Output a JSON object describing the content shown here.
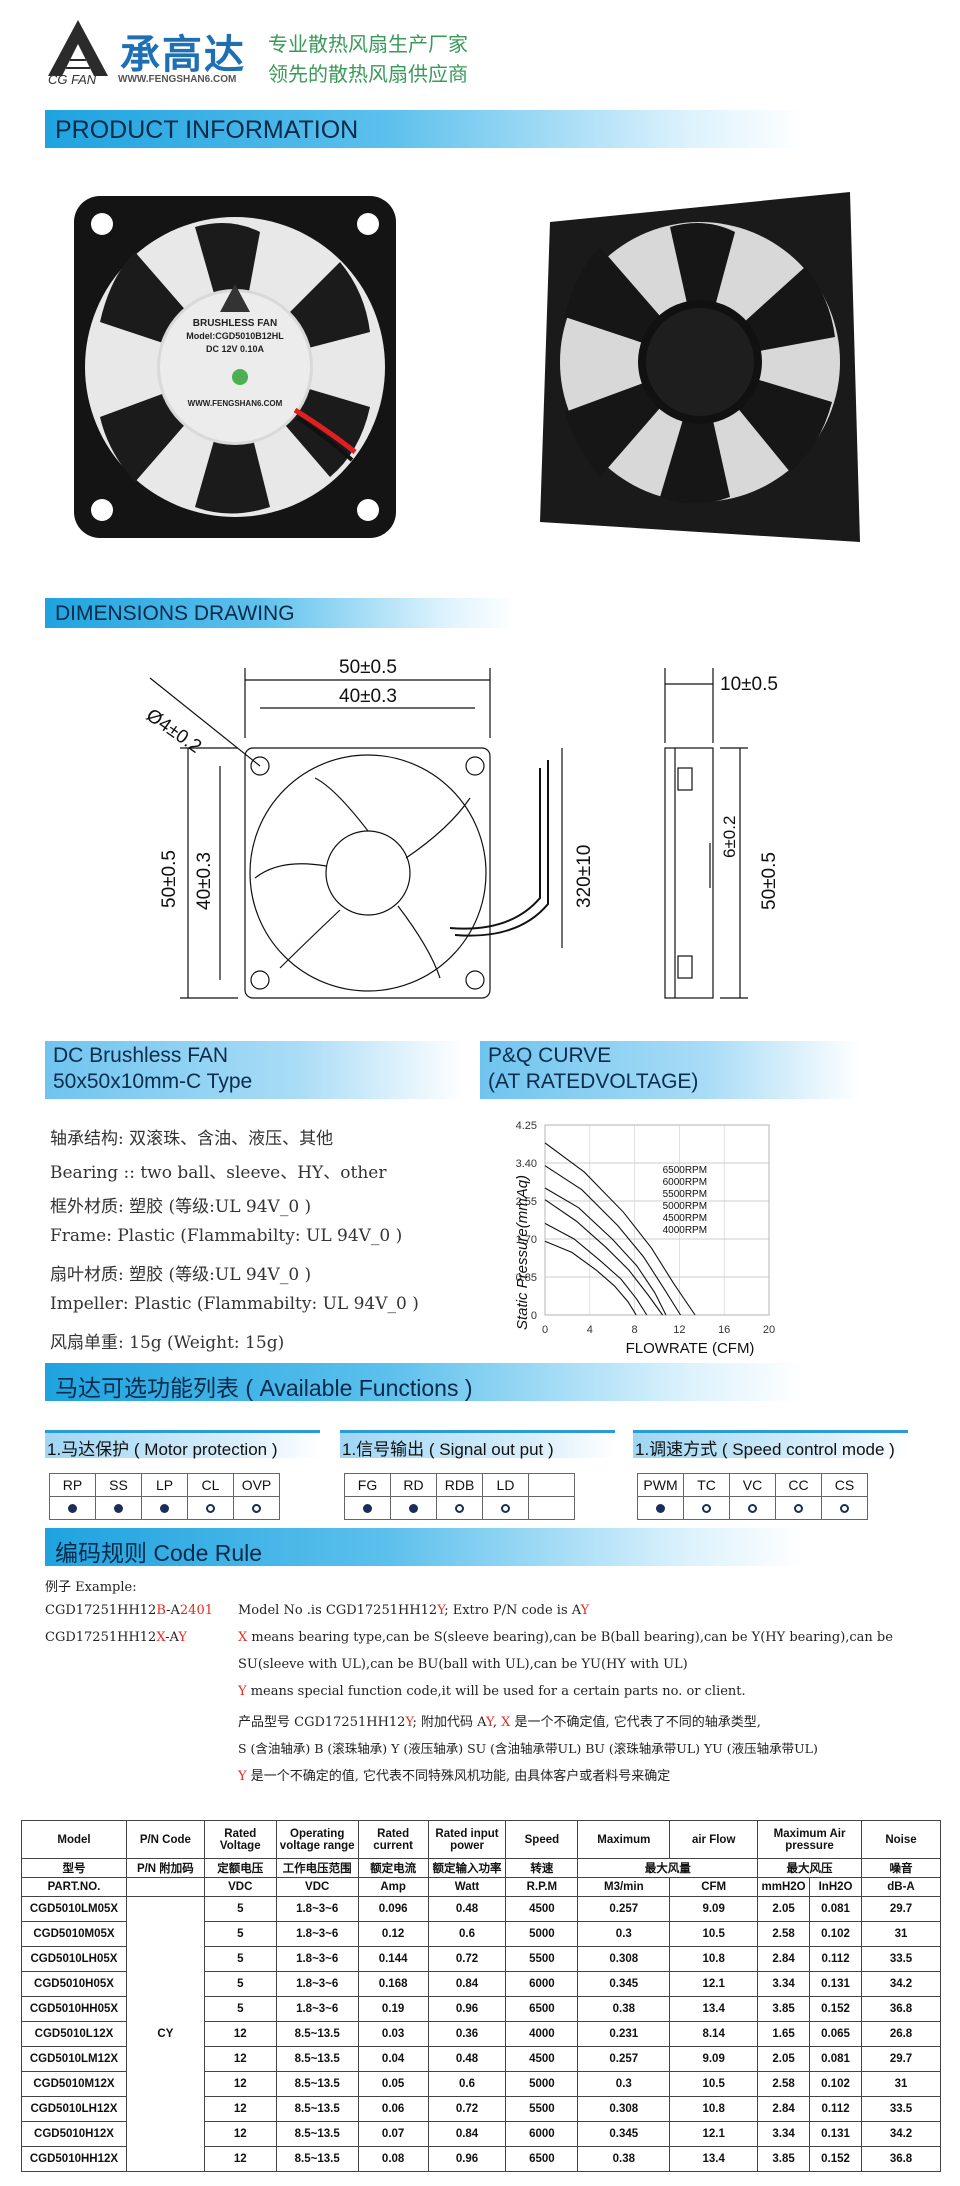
{
  "header": {
    "brand_cn": "承高达",
    "brand_en": "CG FAN",
    "website": "WWW.FENGSHAN6.COM",
    "slogan_1": "专业散热风扇生产厂家",
    "slogan_2": "领先的散热风扇供应商"
  },
  "colors": {
    "section_bar": "#1ea3df",
    "brand_blue": "#1f6fb5",
    "slogan_green": "#3a9a5a",
    "highlight_red": "#e32a20"
  },
  "sections": {
    "product_info": "PRODUCT  INFORMATION",
    "dimensions": "DIMENSIONS  DRAWING",
    "fan_title_1": "DC  Brushless  FAN",
    "fan_title_2": "50x50x10mm-C  Type",
    "pq_title_1": "P&Q  CURVE",
    "pq_title_2": "(AT  RATEDVOLTAGE)",
    "functions": "马达可选功能列表 ( Available  Functions )",
    "code_rule": "编码规则 Code  Rule"
  },
  "fan_label": {
    "line1": "BRUSHLESS FAN",
    "line2": "Model:CGD5010B12HL",
    "line3": "DC 12V  0.10A",
    "line4": "WWW.FENGSHAN6.COM"
  },
  "dimensions": {
    "hole": "Ø4±0.2",
    "outer_width": "50±0.5",
    "hole_spacing": "40±0.3",
    "outer_height": "50±0.5",
    "hole_spacing_v": "40±0.3",
    "cable": "320±10",
    "thickness": "10±0.5",
    "side_height": "50±0.5",
    "side_mid": "6±0.2"
  },
  "specs": [
    "轴承结构: 双滚珠、含油、液压、其他",
    "Bearing :: two  ball、sleeve、HY、other",
    "框外材质: 塑胶 (等级:UL 94V_0 )",
    "Frame: Plastic (Flammabilty: UL 94V_0 )",
    "扇叶材质: 塑胶 (等级:UL 94V_0 )",
    "Impeller: Plastic  (Flammabilty: UL 94V_0 )",
    "风扇单重: 15g  (Weight: 15g)"
  ],
  "chart_data": {
    "type": "line",
    "xlabel": "FLOWRATE (CFM)",
    "ylabel": "Static  Pressure(mmAq)",
    "xlim": [
      0,
      20
    ],
    "ylim": [
      0,
      4.25
    ],
    "x_ticks": [
      "0",
      "4",
      "8",
      "12",
      "16",
      "20"
    ],
    "y_ticks": [
      "4.25",
      "3.40",
      "2.55",
      "1.70",
      "0.85",
      "0"
    ],
    "series": [
      {
        "name": "6500RPM",
        "x": [
          0,
          3.5,
          7,
          9.5,
          11.5,
          13.4
        ],
        "y": [
          3.85,
          3.2,
          2.3,
          1.5,
          0.7,
          0
        ]
      },
      {
        "name": "6000RPM",
        "x": [
          0,
          3.3,
          6.5,
          8.8,
          10.6,
          12.1
        ],
        "y": [
          3.34,
          2.8,
          2.0,
          1.3,
          0.6,
          0
        ]
      },
      {
        "name": "5500RPM",
        "x": [
          0,
          3.0,
          6.0,
          8.2,
          9.8,
          10.8
        ],
        "y": [
          2.84,
          2.4,
          1.7,
          1.1,
          0.5,
          0
        ]
      },
      {
        "name": "5000RPM",
        "x": [
          0,
          2.8,
          5.5,
          7.5,
          9.2,
          10.5
        ],
        "y": [
          2.58,
          2.1,
          1.5,
          1.0,
          0.45,
          0
        ]
      },
      {
        "name": "4500RPM",
        "x": [
          0,
          2.6,
          5.0,
          6.8,
          8.2,
          9.09
        ],
        "y": [
          2.05,
          1.7,
          1.2,
          0.8,
          0.35,
          0
        ]
      },
      {
        "name": "4000RPM",
        "x": [
          0,
          2.4,
          4.6,
          6.2,
          7.4,
          8.14
        ],
        "y": [
          1.65,
          1.4,
          1.0,
          0.65,
          0.3,
          0
        ]
      }
    ],
    "grid": true
  },
  "functions": {
    "groups": [
      {
        "title": "1.马达保护 ( Motor  protection )",
        "cols": [
          "RP",
          "SS",
          "LP",
          "CL",
          "OVP"
        ],
        "marks": [
          "dot",
          "dot",
          "dot",
          "ring",
          "ring"
        ]
      },
      {
        "title": "1.信号输出 ( Signal   out  put )",
        "cols": [
          "FG",
          "RD",
          "RDB",
          "LD",
          ""
        ],
        "marks": [
          "dot",
          "dot",
          "ring",
          "ring",
          ""
        ]
      },
      {
        "title": "1.调速方式 ( Speed  control mode )",
        "cols": [
          "PWM",
          "TC",
          "VC",
          "CC",
          "CS"
        ],
        "marks": [
          "dot",
          "ring",
          "ring",
          "ring",
          "ring"
        ]
      }
    ]
  },
  "code_rule": {
    "example_label": "例子 Example:",
    "ex1_a": "CGD17251HH12",
    "ex1_b": "B",
    "ex1_c": "-A",
    "ex1_d": "2401",
    "ex2_a": "CGD17251HH12",
    "ex2_b": "X",
    "ex2_c": "-A",
    "ex2_d": "Y",
    "model_note_a": "Model  No .is  CGD17251HH12",
    "model_note_b": "Y",
    "model_note_c": ";  Extro  P/N  code  is  A",
    "model_note_d": "Y",
    "x_line1_a": "X",
    "x_line1_b": "  means bearing type,can be S(sleeve bearing),can be B(ball bearing),can be Y(HY bearing),can be",
    "x_line2": "SU(sleeve with UL),can be BU(ball with UL),can be YU(HY with UL)",
    "y_line_a": "Y",
    "y_line_b": "  means special function code,it will be used for a certain parts no. or client.",
    "cn1_a": "产品型号  CGD17251HH12",
    "cn1_b": "Y",
    "cn1_c": "; 附加代码  A",
    "cn1_d": "Y",
    "cn1_e": ", ",
    "cn1_f": "X",
    "cn1_g": " 是一个不确定值, 它代表了不同的轴承类型,",
    "cn2": "S  (含油轴承) B  (滚珠轴承) Y  (液压轴承) SU  (含油轴承带UL) BU  (滚珠轴承带UL) YU  (液压轴承带UL)",
    "cn3_a": "Y",
    "cn3_b": " 是一个不确定的值, 它代表不同特殊风机功能, 由具体客户或者料号来确定"
  },
  "table": {
    "header1": [
      "Model",
      "P/N Code",
      "Rated Voltage",
      "Operating voltage range",
      "Rated current",
      "Rated input power",
      "Speed",
      "Maximum",
      "air Flow",
      "Maximum Air pressure",
      "Noise"
    ],
    "header2": [
      "型号",
      "P/N 附加码",
      "定额电压",
      "工作电压范围",
      "额定电流",
      "额定输入功率",
      "转速",
      "最大风量",
      "最大风压",
      "噪音"
    ],
    "header3": [
      "PART.NO.",
      "VDC",
      "VDC",
      "Amp",
      "Watt",
      "R.P.M",
      "M3/min",
      "CFM",
      "mmH2O",
      "InH2O",
      "dB-A"
    ],
    "pn_code": "CY",
    "rows": [
      [
        "CGD5010LM05X",
        "5",
        "1.8~3~6",
        "0.096",
        "0.48",
        "4500",
        "0.257",
        "9.09",
        "2.05",
        "0.081",
        "29.7"
      ],
      [
        "CGD5010M05X",
        "5",
        "1.8~3~6",
        "0.12",
        "0.6",
        "5000",
        "0.3",
        "10.5",
        "2.58",
        "0.102",
        "31"
      ],
      [
        "CGD5010LH05X",
        "5",
        "1.8~3~6",
        "0.144",
        "0.72",
        "5500",
        "0.308",
        "10.8",
        "2.84",
        "0.112",
        "33.5"
      ],
      [
        "CGD5010H05X",
        "5",
        "1.8~3~6",
        "0.168",
        "0.84",
        "6000",
        "0.345",
        "12.1",
        "3.34",
        "0.131",
        "34.2"
      ],
      [
        "CGD5010HH05X",
        "5",
        "1.8~3~6",
        "0.19",
        "0.96",
        "6500",
        "0.38",
        "13.4",
        "3.85",
        "0.152",
        "36.8"
      ],
      [
        "CGD5010L12X",
        "12",
        "8.5~13.5",
        "0.03",
        "0.36",
        "4000",
        "0.231",
        "8.14",
        "1.65",
        "0.065",
        "26.8"
      ],
      [
        "CGD5010LM12X",
        "12",
        "8.5~13.5",
        "0.04",
        "0.48",
        "4500",
        "0.257",
        "9.09",
        "2.05",
        "0.081",
        "29.7"
      ],
      [
        "CGD5010M12X",
        "12",
        "8.5~13.5",
        "0.05",
        "0.6",
        "5000",
        "0.3",
        "10.5",
        "2.58",
        "0.102",
        "31"
      ],
      [
        "CGD5010LH12X",
        "12",
        "8.5~13.5",
        "0.06",
        "0.72",
        "5500",
        "0.308",
        "10.8",
        "2.84",
        "0.112",
        "33.5"
      ],
      [
        "CGD5010H12X",
        "12",
        "8.5~13.5",
        "0.07",
        "0.84",
        "6000",
        "0.345",
        "12.1",
        "3.34",
        "0.131",
        "34.2"
      ],
      [
        "CGD5010HH12X",
        "12",
        "8.5~13.5",
        "0.08",
        "0.96",
        "6500",
        "0.38",
        "13.4",
        "3.85",
        "0.152",
        "36.8"
      ]
    ]
  }
}
